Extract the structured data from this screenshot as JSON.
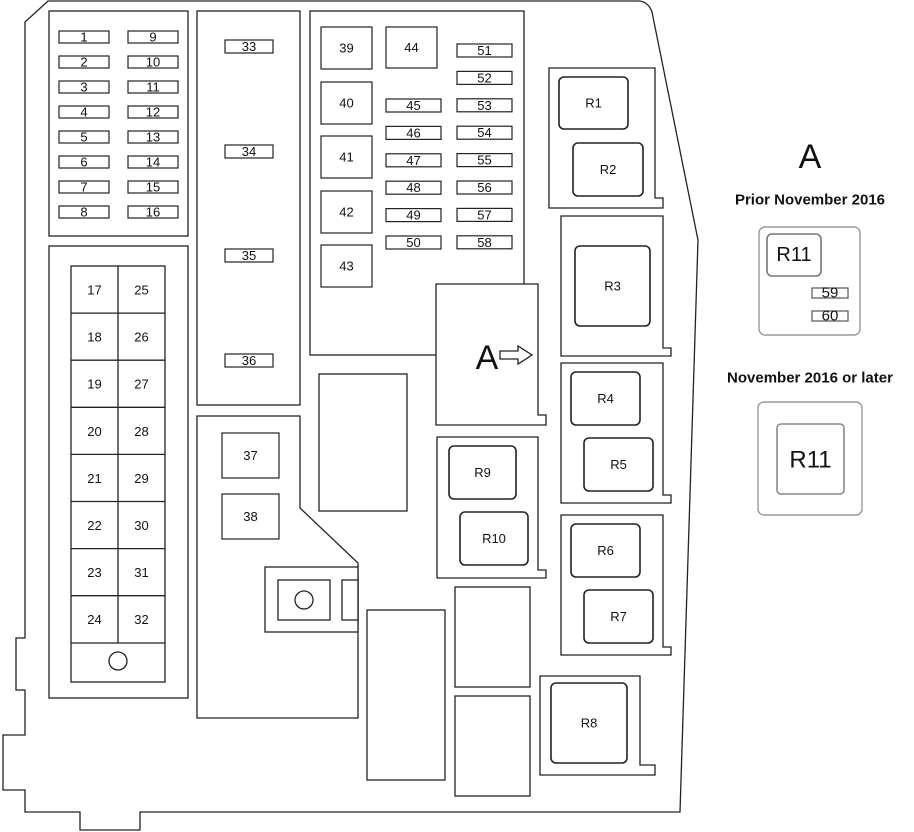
{
  "fuses_a": [
    "1",
    "2",
    "3",
    "4",
    "5",
    "6",
    "7",
    "8"
  ],
  "fuses_b": [
    "9",
    "10",
    "11",
    "12",
    "13",
    "14",
    "15",
    "16"
  ],
  "fuses_c": [
    "17",
    "18",
    "19",
    "20",
    "21",
    "22",
    "23",
    "24"
  ],
  "fuses_d": [
    "25",
    "26",
    "27",
    "28",
    "29",
    "30",
    "31",
    "32"
  ],
  "fuses_mid": [
    "33",
    "34",
    "35",
    "36"
  ],
  "fuses_37_38": [
    "37",
    "38"
  ],
  "fuses_39_43": [
    "39",
    "40",
    "41",
    "42",
    "43"
  ],
  "fuse_44": "44",
  "fuses_45_50": [
    "45",
    "46",
    "47",
    "48",
    "49",
    "50"
  ],
  "fuses_51_58": [
    "51",
    "52",
    "53",
    "54",
    "55",
    "56",
    "57",
    "58"
  ],
  "relays": {
    "r1": "R1",
    "r2": "R2",
    "r3": "R3",
    "r4": "R4",
    "r5": "R5",
    "r6": "R6",
    "r7": "R7",
    "r8": "R8",
    "r9": "R9",
    "r10": "R10"
  },
  "marker_a": "A",
  "inset": {
    "title": "A",
    "prior_heading": "Prior November 2016",
    "prior_relay": "R11",
    "prior_fuses": [
      "59",
      "60"
    ],
    "later_heading": "November 2016 or later",
    "later_relay": "R11"
  }
}
